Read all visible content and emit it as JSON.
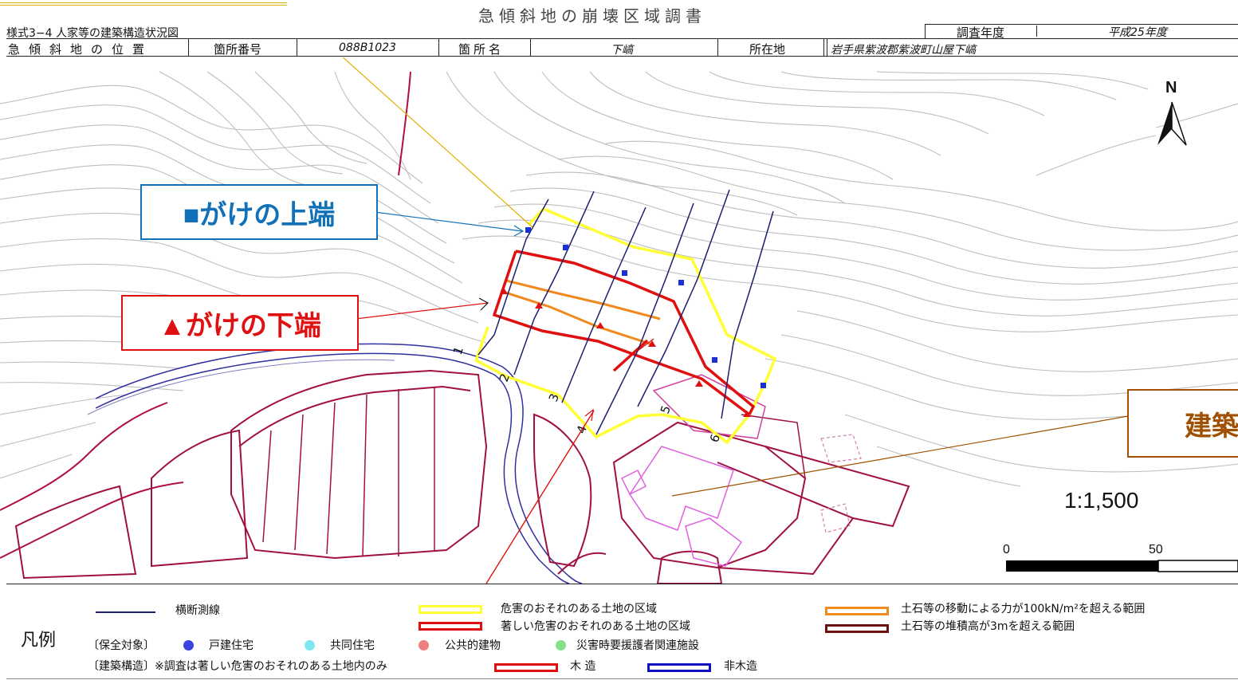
{
  "header": {
    "document_title": "急傾斜地の崩壊区域調書",
    "form_id": "様式3−4 人家等の建築構造状況図",
    "survey_year_label": "調査年度",
    "survey_year_value": "平成25年度",
    "location_label": "急傾斜地の位置",
    "site_number_label": "箇所番号",
    "site_number_value": "088B1023",
    "site_name_label": "箇所名",
    "site_name_value": "下嵪",
    "address_label": "所在地",
    "address_value": "岩手県紫波郡紫波町山屋下嵪"
  },
  "map": {
    "north_label": "N",
    "scale_ratio": "1:1,500",
    "scale_ticks": [
      "0",
      "50"
    ],
    "transect_numbers": [
      "1",
      "2",
      "3",
      "4",
      "5",
      "6"
    ],
    "callouts": {
      "cliff_top": "■がけの上端",
      "cliff_bottom": "▲がけの下端",
      "building": "建築"
    }
  },
  "legend": {
    "title": "凡例",
    "transect_line": "横断測線",
    "hazard_zone": "危害のおそれのある土地の区域",
    "severe_hazard_zone": "著しい危害のおそれのある土地の区域",
    "force_range": "土石等の移動による力が100kN/m²を超える範囲",
    "deposit_range": "土石等の堆積高が3mを超える範囲",
    "protected_label": "〔保全対象〕",
    "detached_house": "戸建住宅",
    "apartment": "共同住宅",
    "public_building": "公共的建物",
    "welfare_facility": "災害時要援護者関連施設",
    "structure_label": "〔建築構造〕※調査は著しい危害のおそれのある土地内のみ",
    "wooden": "木 造",
    "non_wooden": "非木造"
  },
  "colors": {
    "transect": "#1a1f6e",
    "hazard_yellow": "#ffff33",
    "severe_red": "#e01010",
    "force_orange": "#f08a1e",
    "deposit_brown": "#6e1010",
    "house_blue": "#3a44e0",
    "apartment_cyan": "#7fe7f2",
    "public_pink": "#f08080",
    "welfare_green": "#86e08a",
    "nonwooden_blue": "#1010c0",
    "callout_blue": "#1070b8",
    "callout_red": "#e01010",
    "callout_brown": "#a05000"
  }
}
